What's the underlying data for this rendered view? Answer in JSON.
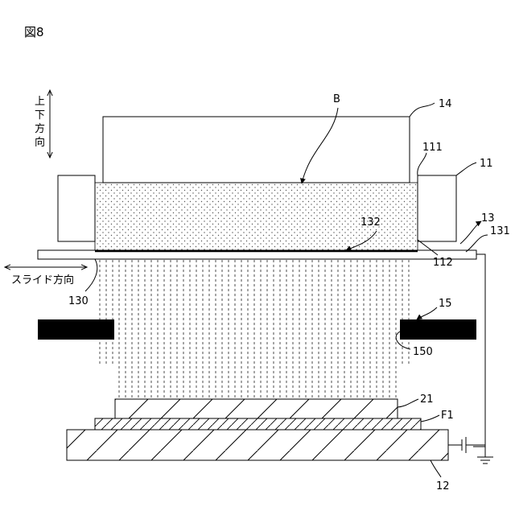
{
  "figure": {
    "title": "図8",
    "direction_labels": {
      "vertical": [
        "上",
        "下",
        "方",
        "向"
      ],
      "slide": "スライド方向"
    },
    "reference_labels": {
      "r14": "14",
      "rB": "B",
      "r111": "111",
      "r11": "11",
      "r13": "13",
      "r131": "131",
      "r132": "132",
      "r112": "112",
      "r130": "130",
      "r15": "15",
      "r150": "150",
      "r21": "21",
      "rF1": "F1",
      "r12": "12"
    }
  }
}
